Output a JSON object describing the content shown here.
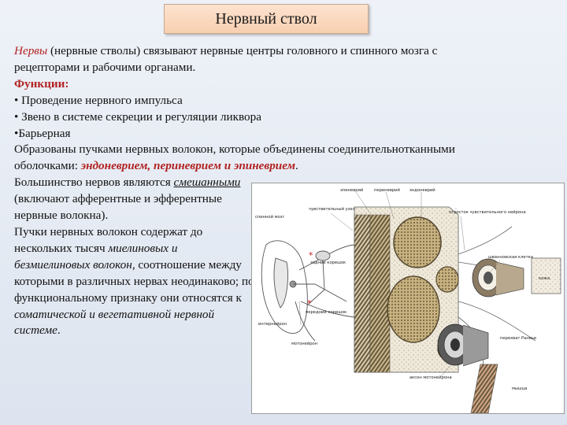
{
  "slide": {
    "title": "Нервный ствол"
  },
  "text": {
    "p1_term": "Нервы",
    "p1_rest": " (нервные стволы) связывают нервные центры головного и спинного мозга с рецепторами и рабочими органами.",
    "functions_heading": "Функции:",
    "functions": [
      "• Проведение нервного импульса",
      "• Звено в системе секреции и регуляции ликвора",
      "•Барьерная"
    ],
    "p2_start": "Образованы пучками нервных волокон, которые объединены соединительнотканными оболочками: ",
    "p2_terms": "эндоневрием, периневрием и эпиневрием",
    "p2_end": ".",
    "p3_start": "Большинство нервов являются ",
    "p3_mixed": "смешанными",
    "p3_end": " (включают афферентные и эфферентные нервные волокна).",
    "p4_start": "Пучки нервных волокон содержат до нескольких тысяч ",
    "p4_myelin": "миелиновых и безмиелиновых волокон",
    "p4_mid": ", соотношение между которыми в различных нервах неодинаково; по функциональному признаку они относятся к ",
    "p4_somatic": "соматической и вегетативной нервной системе",
    "p4_end": "."
  },
  "figure_labels": {
    "epineurium": "эпиневрий",
    "perineurium": "периневрий",
    "endoneurium": "эндоневрий",
    "spinal_cord": "спинной мозг",
    "sensory_node": "чувствительный узел",
    "dorsal_root": "задний корешок",
    "ventral_root": "передний корешок",
    "axon_sensory": "отросток чувствительного нейрона",
    "schwann": "шванновская клетка",
    "skin": "кожа",
    "interneuron": "интернейрон",
    "motoneuron": "мотонейрон",
    "axon_motoneuron": "аксон мотонейрона",
    "ranvier": "перехват Ранвье",
    "muscle": "мышца",
    "star": "*"
  },
  "colors": {
    "title_bg": "#f8cfb0",
    "accent_red": "#b22222",
    "background": "#e6ebf3"
  }
}
